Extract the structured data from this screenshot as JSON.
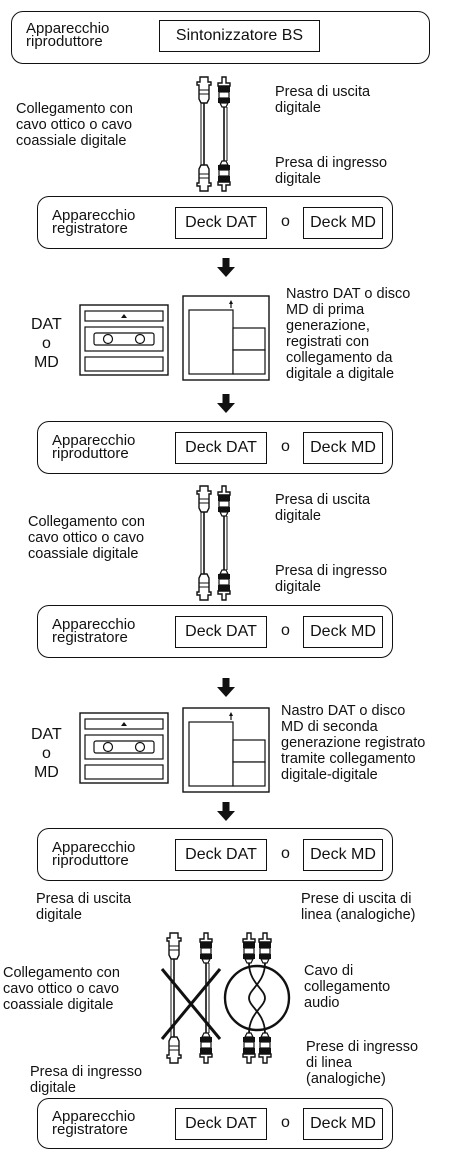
{
  "row1": {
    "device": "Apparecchio\nriproduttore",
    "unit": "Sintonizzatore BS"
  },
  "cable1": {
    "left": "Collegamento con\ncavo ottico o cavo\ncoassiale digitale",
    "out": "Presa di uscita\ndigitale",
    "in": "Presa di ingresso\ndigitale"
  },
  "row2": {
    "device": "Apparecchio\nregistratore",
    "unit_a": "Deck DAT",
    "or": "o",
    "unit_b": "Deck MD"
  },
  "media1": {
    "dat_label": "DAT\no\nMD",
    "note": "Nastro DAT o disco\nMD di prima\ngenerazione,\nregistrati con\ncollegamento da\ndigitale a digitale"
  },
  "row3": {
    "device": "Apparecchio\nriproduttore",
    "unit_a": "Deck DAT",
    "or": "o",
    "unit_b": "Deck MD"
  },
  "cable2": {
    "left": "Collegamento con\ncavo ottico o cavo\ncoassiale digitale",
    "out": "Presa di uscita\ndigitale",
    "in": "Presa di ingresso\ndigitale"
  },
  "row4": {
    "device": "Apparecchio\nregistratore",
    "unit_a": "Deck DAT",
    "or": "o",
    "unit_b": "Deck MD"
  },
  "media2": {
    "dat_label": "DAT\no\nMD",
    "note": "Nastro DAT o disco\nMD di seconda\ngenerazione registrato\ntramite collegamento\ndigitale-digitale"
  },
  "row5": {
    "device": "Apparecchio\nriproduttore",
    "unit_a": "Deck DAT",
    "or": "o",
    "unit_b": "Deck MD"
  },
  "cable3": {
    "out_left": "Presa di uscita\ndigitale",
    "out_right": "Prese di uscita di\nlinea (analogiche)",
    "left": "Collegamento con\ncavo ottico o cavo\ncoassiale digitale",
    "right": "Cavo di\ncollegamento\naudio",
    "in_left": "Presa di ingresso\ndigitale",
    "in_right": "Prese di ingresso\ndi linea\n(analogiche)"
  },
  "row6": {
    "device": "Apparecchio\nregistratore",
    "unit_a": "Deck DAT",
    "or": "o",
    "unit_b": "Deck MD"
  }
}
